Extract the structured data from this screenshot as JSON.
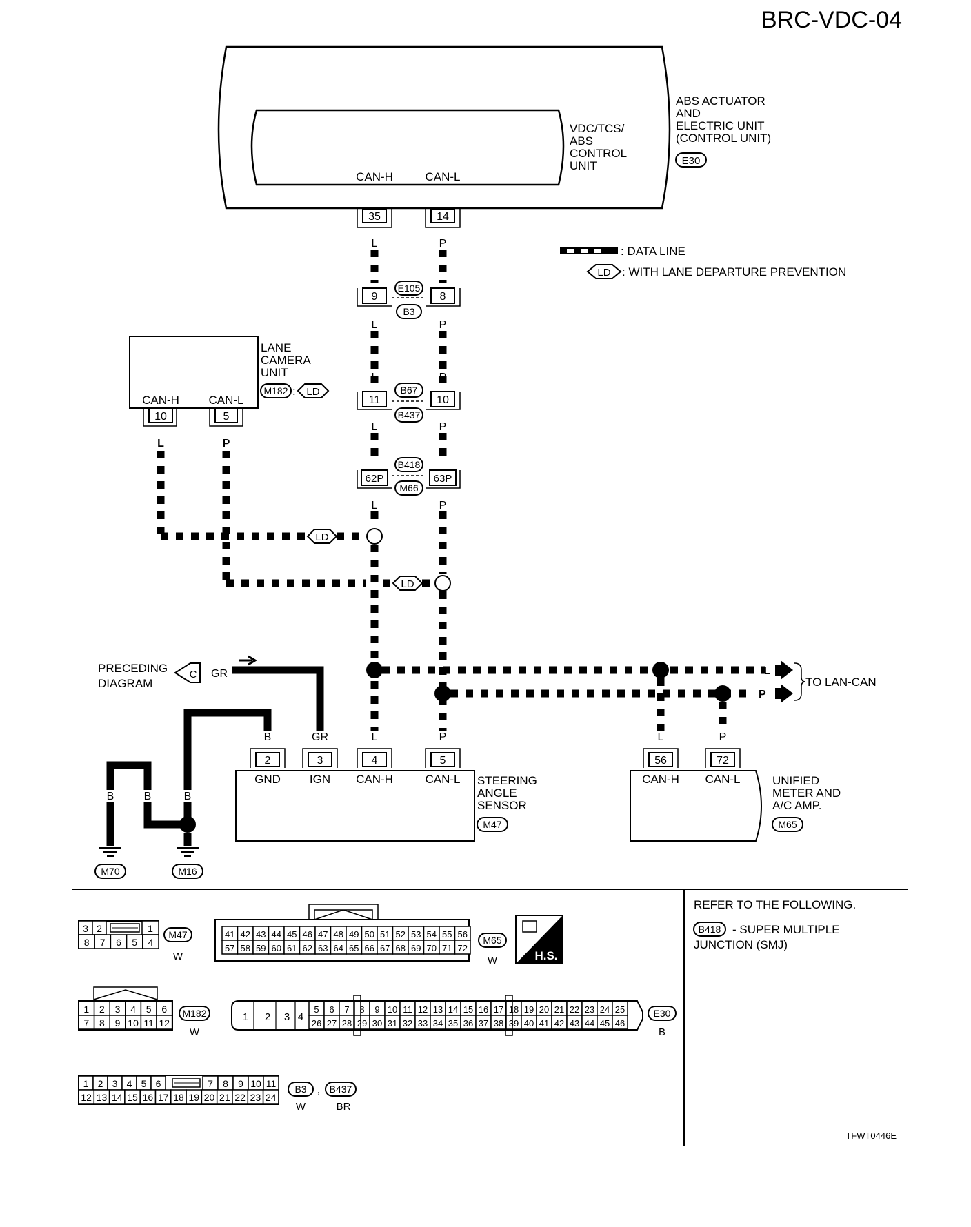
{
  "title": "BRC-VDC-04",
  "figure_id": "TFWT0446E",
  "legend": {
    "data_line": ": DATA LINE",
    "ld_badge": "LD",
    "ld_text": ": WITH LANE DEPARTURE PREVENTION"
  },
  "abs_unit": {
    "name_lines": [
      "ABS ACTUATOR",
      "AND",
      "ELECTRIC UNIT",
      "(CONTROL UNIT)"
    ],
    "connector": "E30",
    "inner_lines": [
      "VDC/TCS/",
      "ABS",
      "CONTROL",
      "UNIT"
    ],
    "can_h": "CAN-H",
    "can_l": "CAN-L",
    "pin_h": "35",
    "pin_l": "14"
  },
  "wire_colors": {
    "l": "L",
    "p": "P",
    "b": "B",
    "gr": "GR"
  },
  "junctions": [
    {
      "pin_left": "9",
      "pin_right": "8",
      "conn_top": "E105",
      "conn_bottom": "B3"
    },
    {
      "pin_left": "11",
      "pin_right": "10",
      "conn_top": "B67",
      "conn_bottom": "B437"
    },
    {
      "pin_left": "62P",
      "pin_right": "63P",
      "conn_top": "B418",
      "conn_bottom": "M66"
    }
  ],
  "lane_camera": {
    "name_lines": [
      "LANE",
      "CAMERA",
      "UNIT"
    ],
    "connector": "M182",
    "colon": ":",
    "ld": "LD",
    "can_h": "CAN-H",
    "can_l": "CAN-L",
    "pin_h": "10",
    "pin_l": "5"
  },
  "preceding": {
    "lines": [
      "PRECEDING",
      "DIAGRAM"
    ],
    "ref": "C",
    "color": "GR"
  },
  "to_lan_can": "TO LAN-CAN",
  "steering": {
    "name_lines": [
      "STEERING",
      "ANGLE",
      "SENSOR"
    ],
    "connector": "M47",
    "pins": [
      "2",
      "3",
      "4",
      "5"
    ],
    "labels": [
      "GND",
      "IGN",
      "CAN-H",
      "CAN-L"
    ]
  },
  "meter": {
    "name_lines": [
      "UNIFIED",
      "METER AND",
      "A/C AMP."
    ],
    "connector": "M65",
    "pins": [
      "56",
      "72"
    ],
    "labels": [
      "CAN-H",
      "CAN-L"
    ]
  },
  "grounds": [
    "M70",
    "M16"
  ],
  "refer": {
    "line1": "REFER TO THE FOLLOWING.",
    "badge": "B418",
    "line2": "- SUPER MULTIPLE",
    "line3": "JUNCTION (SMJ)"
  },
  "hs_label": "H.S.",
  "connector_views": {
    "m47": {
      "name": "M47",
      "color": "W",
      "top": [
        "3",
        "2",
        "1"
      ],
      "bottom": [
        "8",
        "7",
        "6",
        "5",
        "4"
      ]
    },
    "m65": {
      "name": "M65",
      "color": "W",
      "top": [
        "41",
        "42",
        "43",
        "44",
        "45",
        "46",
        "47",
        "48",
        "49",
        "50",
        "51",
        "52",
        "53",
        "54",
        "55",
        "56"
      ],
      "bottom": [
        "57",
        "58",
        "59",
        "60",
        "61",
        "62",
        "63",
        "64",
        "65",
        "66",
        "67",
        "68",
        "69",
        "70",
        "71",
        "72"
      ]
    },
    "m182": {
      "name": "M182",
      "color": "W",
      "top": [
        "1",
        "2",
        "3",
        "4",
        "5",
        "6"
      ],
      "bottom": [
        "7",
        "8",
        "9",
        "10",
        "11",
        "12"
      ]
    },
    "e30": {
      "name": "E30",
      "color": "B",
      "big": [
        "1",
        "2",
        "3",
        "4"
      ],
      "top": [
        "5",
        "6",
        "7",
        "8",
        "9",
        "10",
        "11",
        "12",
        "13",
        "14",
        "15",
        "16",
        "17",
        "18",
        "19",
        "20",
        "21",
        "22",
        "23",
        "24",
        "25"
      ],
      "bottom": [
        "26",
        "27",
        "28",
        "29",
        "30",
        "31",
        "32",
        "33",
        "34",
        "35",
        "36",
        "37",
        "38",
        "39",
        "40",
        "41",
        "42",
        "43",
        "44",
        "45",
        "46"
      ]
    },
    "b3": {
      "names": [
        "B3",
        "B437"
      ],
      "sep": ",",
      "colors": [
        "W",
        "BR"
      ],
      "top_left": [
        "1",
        "2",
        "3",
        "4",
        "5",
        "6"
      ],
      "top_right": [
        "7",
        "8",
        "9",
        "10",
        "11"
      ],
      "bottom": [
        "12",
        "13",
        "14",
        "15",
        "16",
        "17",
        "18",
        "19",
        "20",
        "21",
        "22",
        "23",
        "24"
      ]
    }
  }
}
